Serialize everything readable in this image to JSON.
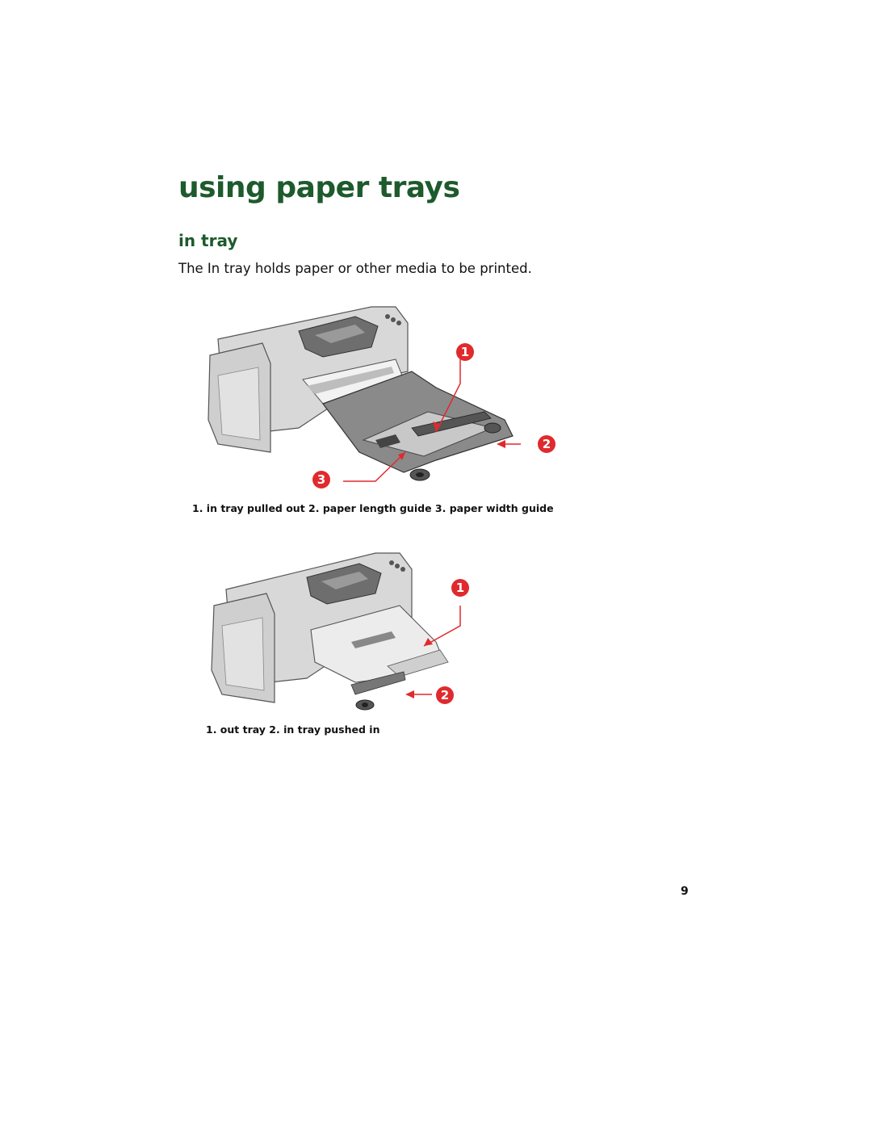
{
  "title": "using paper trays",
  "section": {
    "heading": "in tray",
    "body": "The In tray holds paper or other media to be printed."
  },
  "figure1": {
    "callouts": [
      "1",
      "2",
      "3"
    ],
    "caption": "1. in tray pulled out 2. paper length guide 3. paper width guide"
  },
  "figure2": {
    "callouts": [
      "1",
      "2"
    ],
    "caption": "1. out tray 2. in tray pushed in"
  },
  "page_number": "9",
  "colors": {
    "heading": "#1d5a2c",
    "callout": "#e02a2e",
    "printer_body": "#d9d9d9",
    "printer_dark": "#6e6e6e"
  }
}
